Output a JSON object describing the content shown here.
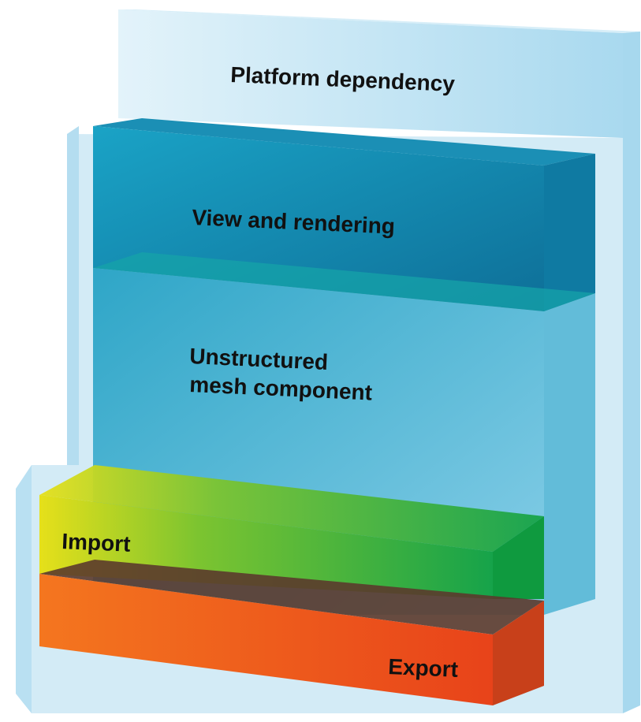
{
  "layers": {
    "platform": {
      "label": "Platform dependency"
    },
    "view": {
      "label": "View and rendering"
    },
    "mesh": {
      "line1": "Unstructured",
      "line2": "mesh component"
    },
    "import": {
      "label": "Import"
    },
    "export": {
      "label": "Export"
    }
  },
  "colors": {
    "platform_face": "#bfe3f3",
    "platform_side": "#9fd3ec",
    "view_face": "#1690b6",
    "mesh_face": "#4fb5d3",
    "import_green": "#22b24c",
    "import_yellow": "#e2e21c",
    "export_orange": "#f15a1f",
    "export_dark": "#5a3a2a"
  }
}
